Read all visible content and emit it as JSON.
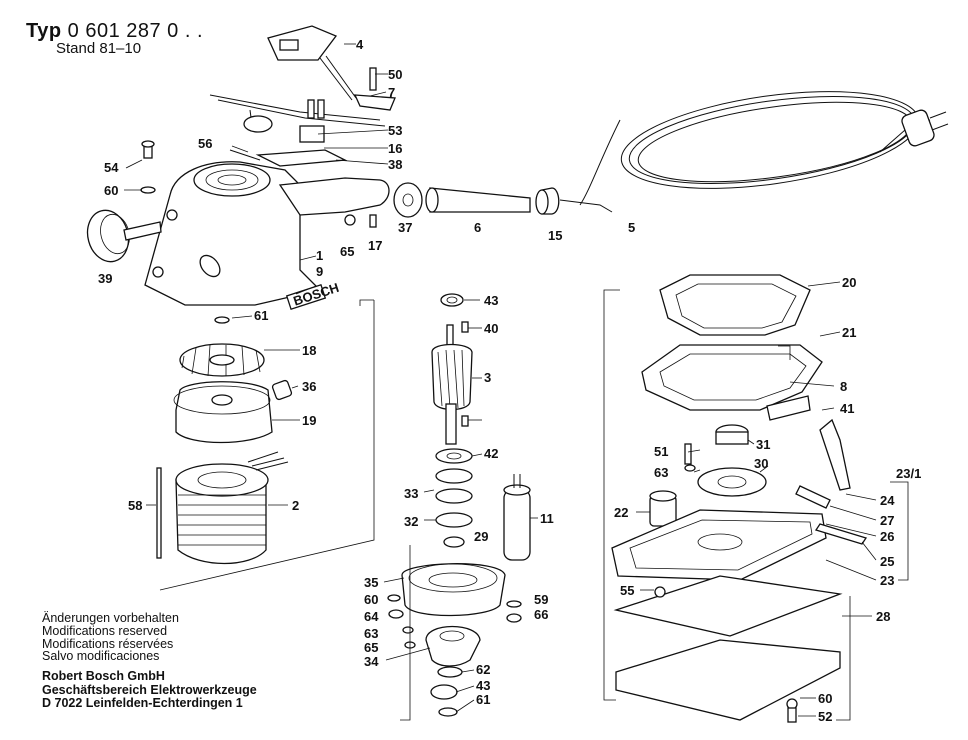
{
  "header": {
    "typ_label": "Typ",
    "typ_number": "0 601 287 0 . .",
    "stand": "Stand 81–10"
  },
  "notes": [
    "Änderungen vorbehalten",
    "Modifications reserved",
    "Modifications réservées",
    "Salvo modificaciones"
  ],
  "company": [
    "Robert Bosch GmbH",
    "Geschäftsbereich Elektrowerkzeuge",
    "D 7022 Leinfelden-Echterdingen 1"
  ],
  "brand_mark": "BOSCH",
  "callouts": [
    "4",
    "50",
    "7",
    "53",
    "16",
    "38",
    "56",
    "54",
    "60",
    "37",
    "6",
    "15",
    "5",
    "65",
    "17",
    "39",
    "1",
    "9",
    "61",
    "43",
    "40",
    "3",
    "18",
    "36",
    "19",
    "58",
    "2",
    "42",
    "33",
    "11",
    "32",
    "29",
    "35",
    "60",
    "59",
    "66",
    "64",
    "63",
    "65",
    "34",
    "62",
    "43",
    "61",
    "20",
    "21",
    "8",
    "41",
    "31",
    "51",
    "63",
    "30",
    "23/1",
    "22",
    "24",
    "27",
    "26",
    "25",
    "55",
    "23",
    "28",
    "60",
    "52"
  ]
}
